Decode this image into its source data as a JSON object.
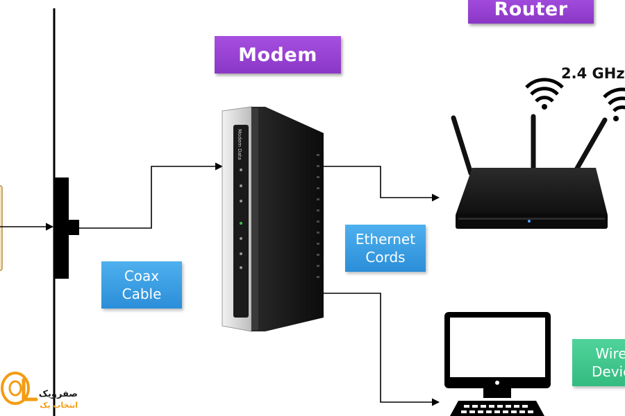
{
  "labels": {
    "router": "Router",
    "modem": "Modem",
    "coax_cable": "Coax\nCable",
    "ethernet_cords": "Ethernet\nCords",
    "wireless_devices": "Wire\nDevic",
    "frequency": "2.4 GHz"
  },
  "modem_print": "Modem Data",
  "watermark": {
    "mark": "OL",
    "line1": "صفرویک",
    "line2": "انتخاب یک"
  },
  "colors": {
    "purple_label": "#9a44d6",
    "blue_label": "#3a9fe3",
    "green_label": "#40c68b",
    "line": "#000000",
    "watermark_orange": "#f39c12"
  },
  "icons": [
    "wifi-icon",
    "router-icon",
    "modem-icon",
    "desktop-computer-icon",
    "keyboard-icon",
    "wall-outlet-icon"
  ]
}
